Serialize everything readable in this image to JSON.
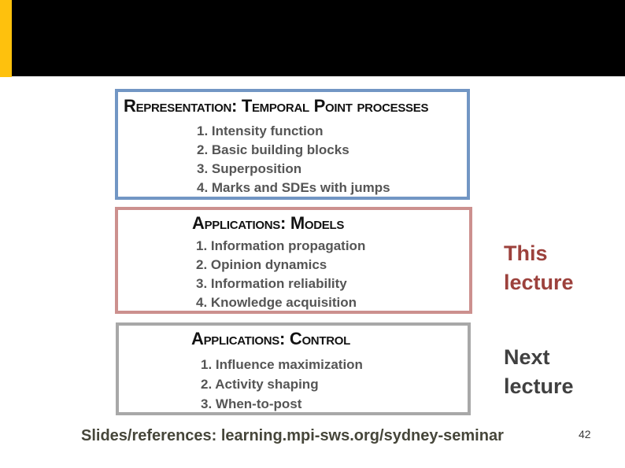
{
  "slide": {
    "header": {
      "bar_color": "#000000",
      "accent_color": "#fec10d"
    },
    "boxes": [
      {
        "title": "Representation: Temporal Point processes",
        "border_color": "#7296c4",
        "items": [
          "1. Intensity function",
          "2. Basic building blocks",
          "3. Superposition",
          "4. Marks and SDEs with jumps"
        ]
      },
      {
        "title": "Applications: Models",
        "border_color": "#cc908e",
        "items": [
          "1. Information propagation",
          "2. Opinion dynamics",
          "3. Information reliability",
          "4. Knowledge acquisition"
        ]
      },
      {
        "title": "Applications: Control",
        "border_color": "#a8a8a8",
        "items": [
          "1. Influence maximization",
          "2. Activity shaping",
          "3. When-to-post"
        ]
      }
    ],
    "annotations": [
      {
        "text": "This lecture",
        "color": "#9c413c"
      },
      {
        "text": "Next lecture",
        "color": "#404040"
      }
    ],
    "footer": {
      "text": "Slides/references: learning.mpi-sws.org/sydney-seminar",
      "color": "#46463a"
    },
    "page_number": "42"
  }
}
